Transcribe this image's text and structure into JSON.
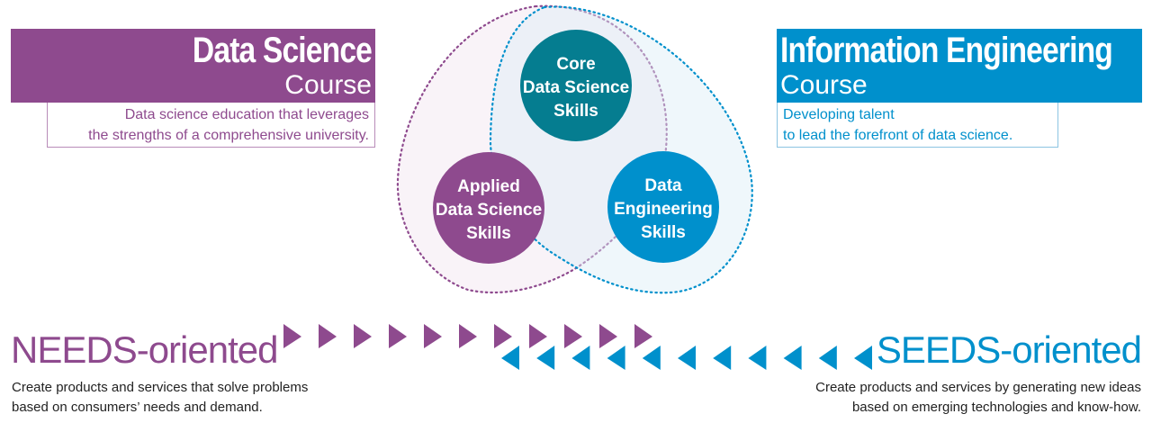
{
  "data_science": {
    "title": "Data Science",
    "subtitle": "Course",
    "desc_line1": "Data science education that leverages",
    "desc_line2": "the strengths of a comprehensive university."
  },
  "info_eng": {
    "title": "Information Engineering",
    "subtitle": "Course",
    "desc_line1": "Developing talent",
    "desc_line2": "to lead the forefront of data science."
  },
  "skills": {
    "core": [
      "Core",
      "Data Science",
      "Skills"
    ],
    "applied": [
      "Applied",
      "Data Science",
      "Skills"
    ],
    "engineering": [
      "Data",
      "Engineering",
      "Skills"
    ]
  },
  "needs": {
    "title": "NEEDS-oriented",
    "line1": "Create products and services that solve problems",
    "line2": "based on consumers’ needs and demand."
  },
  "seeds": {
    "title": "SEEDS-oriented",
    "line1": "Create products and services by generating new ideas",
    "line2": "based on emerging technologies and know-how."
  },
  "arrow_count": 11,
  "colors": {
    "purple": "#8e4a8e",
    "blue": "#0090cc",
    "teal": "#057d90"
  }
}
